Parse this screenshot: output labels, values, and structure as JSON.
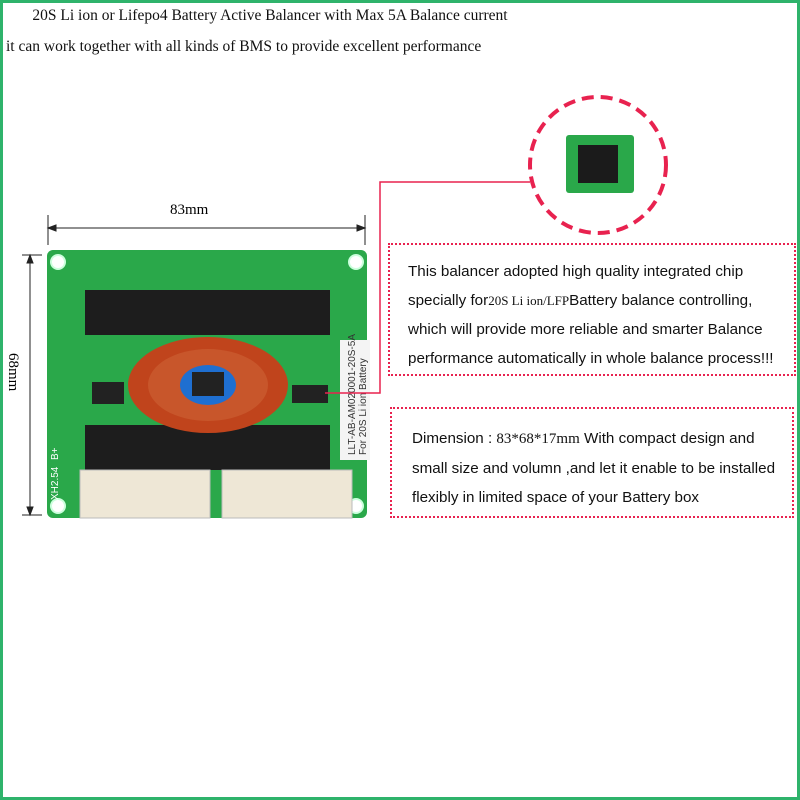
{
  "header": {
    "title": "20S Li ion or Lifepo4 Battery Active Balancer with Max 5A Balance current",
    "subtitle": "it can work together with all kinds of BMS to provide excellent performance"
  },
  "dimensions": {
    "width_label": "83mm",
    "height_label": "68mm"
  },
  "board": {
    "label_line1": "LLT-AB-AM020001-20S-5A",
    "label_line2": "For 20S Li ion Battery",
    "connector_label": "XH2.54",
    "terminal_label": "B+"
  },
  "feature_box": {
    "line1": "This balancer adopted high quality integrated chip",
    "line2_prefix": "specially for",
    "line2_highlight": "20S Li ion/LFP",
    "line2_suffix": "Battery balance controlling,",
    "line3": "which will provide more reliable and smarter Balance",
    "line4": "performance automatically in whole balance process!!!"
  },
  "dimension_box": {
    "prefix": "Dimension :",
    "value": "83*68*17mm",
    "line1_suffix": "With compact design and",
    "line2": "small size and volumn ,and let it enable to be installed",
    "line3": "flexibly in limited space of your Battery box"
  },
  "colors": {
    "frame": "#2fb36b",
    "callout": "#e8224f",
    "pcb": "#2aa84a",
    "coil": "#c0441c",
    "core": "#1f6fd1"
  }
}
